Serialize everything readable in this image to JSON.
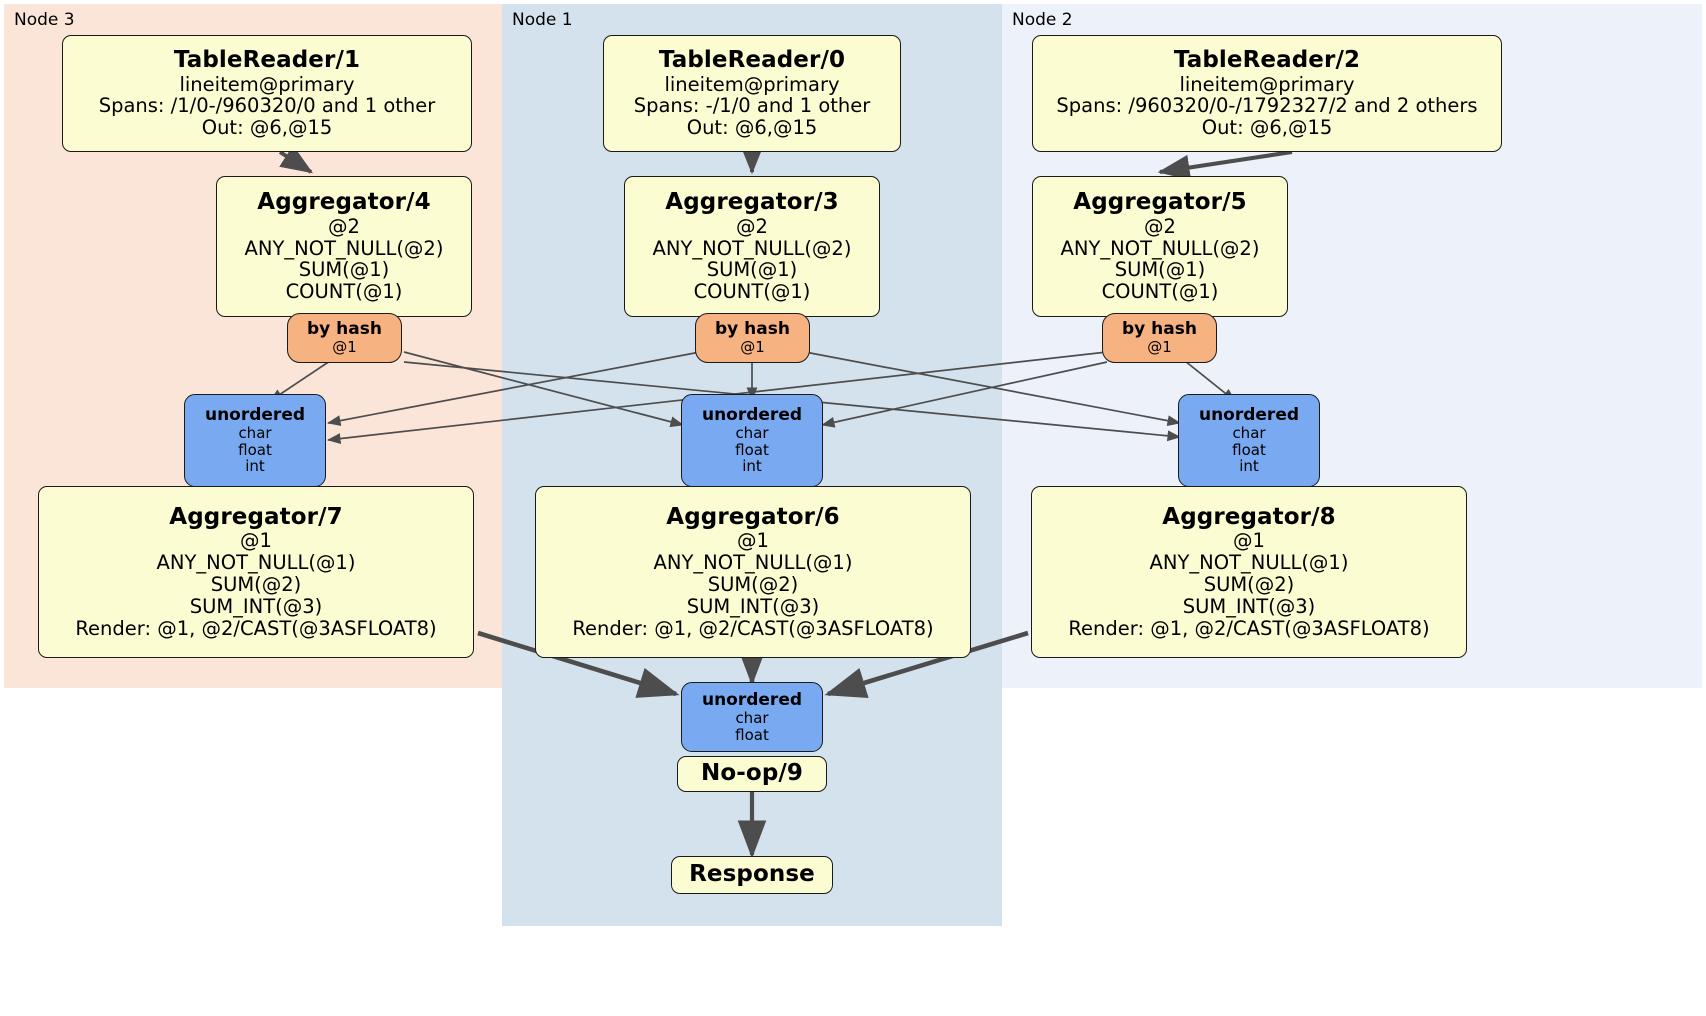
{
  "diagram": {
    "kind": "distributed-query-plan",
    "panels": [
      {
        "id": "node3",
        "label": "Node 3",
        "color": "#fbe5d9"
      },
      {
        "id": "node1",
        "label": "Node 1",
        "color": "#d4e2ed"
      },
      {
        "id": "node2",
        "label": "Node 2",
        "color": "#ecf1fa"
      }
    ],
    "colors": {
      "processor_fill": "#fbfcd2",
      "router_fill": "#f7b281",
      "synchronizer_fill": "#79a9f0",
      "stroke": "#1a1a1a",
      "edge": "#4d4d4d"
    },
    "nodes": {
      "tablereader_1": {
        "title": "TableReader/1",
        "lines": [
          "lineitem@primary",
          "Spans: /1/0-/960320/0 and 1 other",
          "Out: @6,@15"
        ]
      },
      "tablereader_0": {
        "title": "TableReader/0",
        "lines": [
          "lineitem@primary",
          "Spans: -/1/0 and 1 other",
          "Out: @6,@15"
        ]
      },
      "tablereader_2": {
        "title": "TableReader/2",
        "lines": [
          "lineitem@primary",
          "Spans: /960320/0-/1792327/2 and 2 others",
          "Out: @6,@15"
        ]
      },
      "aggregator_4": {
        "title": "Aggregator/4",
        "lines": [
          "@2",
          "ANY_NOT_NULL(@2)",
          "SUM(@1)",
          "COUNT(@1)"
        ]
      },
      "aggregator_3": {
        "title": "Aggregator/3",
        "lines": [
          "@2",
          "ANY_NOT_NULL(@2)",
          "SUM(@1)",
          "COUNT(@1)"
        ]
      },
      "aggregator_5": {
        "title": "Aggregator/5",
        "lines": [
          "@2",
          "ANY_NOT_NULL(@2)",
          "SUM(@1)",
          "COUNT(@1)"
        ]
      },
      "aggregator_7": {
        "title": "Aggregator/7",
        "lines": [
          "@1",
          "ANY_NOT_NULL(@1)",
          "SUM(@2)",
          "SUM_INT(@3)",
          "Render: @1, @2/CAST(@3ASFLOAT8)"
        ]
      },
      "aggregator_6": {
        "title": "Aggregator/6",
        "lines": [
          "@1",
          "ANY_NOT_NULL(@1)",
          "SUM(@2)",
          "SUM_INT(@3)",
          "Render: @1, @2/CAST(@3ASFLOAT8)"
        ]
      },
      "aggregator_8": {
        "title": "Aggregator/8",
        "lines": [
          "@1",
          "ANY_NOT_NULL(@1)",
          "SUM(@2)",
          "SUM_INT(@3)",
          "Render: @1, @2/CAST(@3ASFLOAT8)"
        ]
      },
      "byhash_left": {
        "title": "by hash",
        "lines": [
          "@1"
        ]
      },
      "byhash_mid": {
        "title": "by hash",
        "lines": [
          "@1"
        ]
      },
      "byhash_right": {
        "title": "by hash",
        "lines": [
          "@1"
        ]
      },
      "unordered_left": {
        "title": "unordered",
        "lines": [
          "char",
          "float",
          "int"
        ]
      },
      "unordered_mid": {
        "title": "unordered",
        "lines": [
          "char",
          "float",
          "int"
        ]
      },
      "unordered_right": {
        "title": "unordered",
        "lines": [
          "char",
          "float",
          "int"
        ]
      },
      "unordered_final": {
        "title": "unordered",
        "lines": [
          "char",
          "float"
        ]
      },
      "noop_9": {
        "title": "No-op/9",
        "lines": []
      },
      "response": {
        "title": "Response",
        "lines": []
      }
    }
  }
}
